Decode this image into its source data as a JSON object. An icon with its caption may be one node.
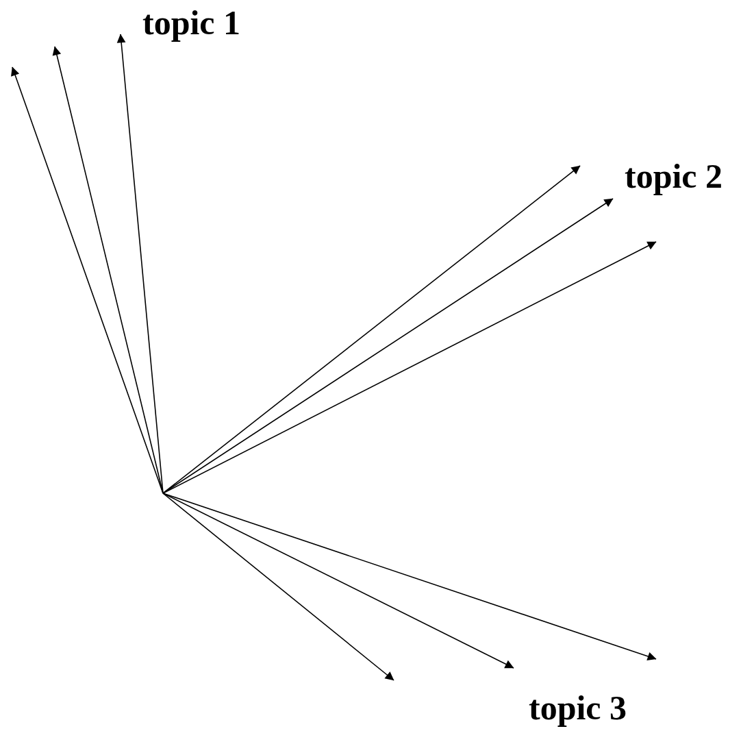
{
  "diagram": {
    "labels": [
      "topic 1",
      "topic 2",
      "topic 3"
    ]
  }
}
